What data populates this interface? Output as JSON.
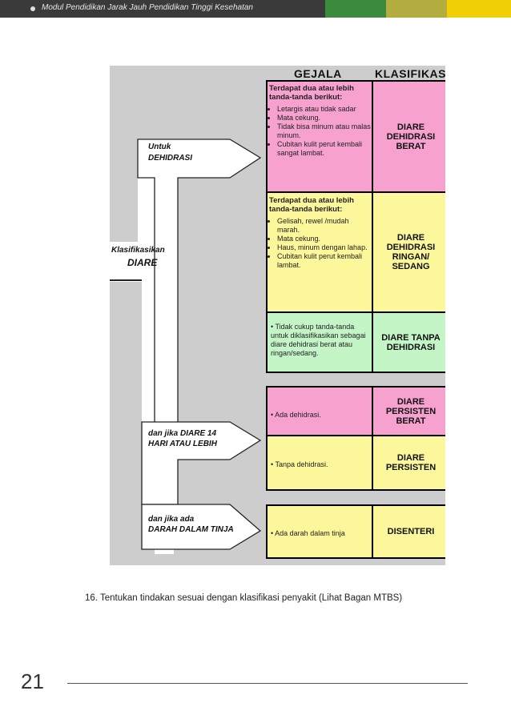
{
  "header": {
    "title": "Modul Pendidikan Jarak Jauh Pendidikan Tinggi Kesehatan",
    "colors": {
      "main": "#3a3a3a",
      "green": "#3c8a3e",
      "olive": "#b3ad3f",
      "yellow": "#f1cf06"
    }
  },
  "chart": {
    "col_gejala": "GEJALA",
    "col_klasifikasi": "KLASIFIKASI",
    "branch_main": {
      "line1": "Klasifikasikan",
      "line2": "DIARE"
    },
    "branch_dehidrasi": {
      "line1": "Untuk",
      "line2": "DEHIDRASI"
    },
    "branch_14": {
      "line1": "dan jika DIARE 14",
      "line2": "HARI ATAU LEBIH"
    },
    "branch_darah": {
      "line1": "dan jika ada",
      "line2": "DARAH DALAM TINJA"
    },
    "rows": [
      {
        "lead": "Terdapat dua atau lebih tanda-tanda berikut:",
        "items": [
          "Letargis atau tidak sadar",
          "Mata cekung.",
          "Tidak bisa minum atau malas minum.",
          "Cubitan kulit perut kembali sangat lambat."
        ],
        "klasifikasi": "DIARE DEHIDRASI BERAT",
        "color": "#f7a1cf"
      },
      {
        "lead": "Terdapat dua atau lebih tanda-tanda berikut:",
        "items": [
          "Gelisah, rewel /mudah marah.",
          "Mata cekung.",
          "Haus, minum dengan lahap.",
          "Cubitan kulit perut kembali lambat."
        ],
        "klasifikasi": "DIARE DEHIDRASI RINGAN/ SEDANG",
        "color": "#fbf79a"
      },
      {
        "text": "Tidak cukup tanda-tanda untuk diklasifikasikan sebagai diare dehidrasi berat atau ringan/sedang.",
        "klasifikasi": "DIARE TANPA DEHIDRASI",
        "color": "#c3f5c7"
      },
      {
        "text": "Ada dehidrasi.",
        "klasifikasi": "DIARE PERSISTEN BERAT",
        "color": "#f7a1cf"
      },
      {
        "text": "Tanpa dehidrasi.",
        "klasifikasi": "DIARE PERSISTEN",
        "color": "#fbf79a"
      },
      {
        "text": "Ada darah dalam tinja",
        "klasifikasi": "DISENTERI",
        "color": "#fbf79a"
      }
    ]
  },
  "caption": "16. Tentukan tindakan sesuai dengan klasifikasi penyakit (Lihat Bagan MTBS)",
  "page_number": "21"
}
